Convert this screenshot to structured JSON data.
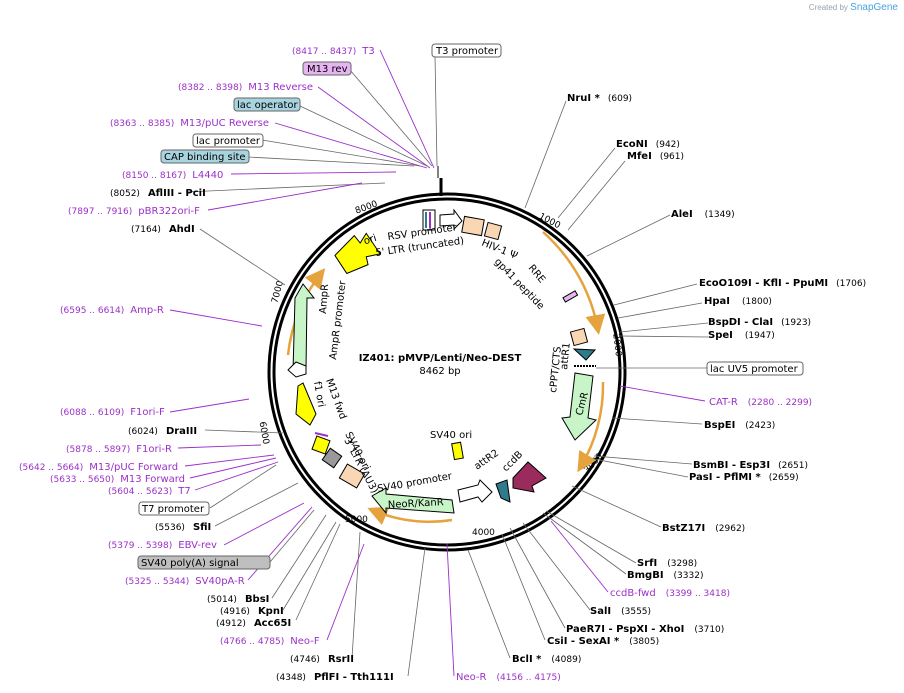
{
  "credit": {
    "prefix": "Created by",
    "brand": "SnapGene"
  },
  "plasmid": {
    "name": "IZ401: pMVP/Lenti/Neo-DEST",
    "size": "8462 bp"
  },
  "ticks": [
    "1000",
    "2000",
    "3000",
    "4000",
    "5000",
    "6000",
    "7000",
    "8000"
  ],
  "enzymes": [
    {
      "name": "NruI *",
      "pos": "(609)"
    },
    {
      "name": "EcoNI",
      "pos": "(942)"
    },
    {
      "name": "MfeI",
      "pos": "(961)"
    },
    {
      "name": "AleI",
      "pos": "(1349)"
    },
    {
      "name": "EcoO109I",
      "sep1": " - ",
      "name2": "KflI",
      "sep2": " - ",
      "name3": "PpuMI",
      "pos": "(1706)"
    },
    {
      "name": "HpaI",
      "pos": "(1800)"
    },
    {
      "name": "BspDI",
      "sep1": " - ",
      "name2": "ClaI",
      "pos": "(1923)"
    },
    {
      "name": "SpeI",
      "pos": "(1947)"
    },
    {
      "name": "BspEI",
      "pos": "(2423)"
    },
    {
      "name": "BsmBI",
      "sep1": " - ",
      "name2": "Esp3I",
      "pos": "(2651)"
    },
    {
      "name": "PasI",
      "sep1": " - ",
      "name2": "PflMI *",
      "pos": "(2659)"
    },
    {
      "name": "BstZ17I",
      "pos": "(2962)"
    },
    {
      "name": "SrfI",
      "pos": "(3298)"
    },
    {
      "name": "BmgBI",
      "pos": "(3332)"
    },
    {
      "name": "SalI",
      "pos": "(3555)"
    },
    {
      "name": "PaeR7I",
      "sep1": " - ",
      "name2": "PspXI",
      "sep2": " - ",
      "name3": "XhoI",
      "pos": "(3710)"
    },
    {
      "name": "CsiI",
      "sep1": " - ",
      "name2": "SexAI *",
      "pos": "(3805)"
    },
    {
      "name": "BclI *",
      "pos": "(4089)"
    },
    {
      "name": "PflFI",
      "sep1": " - ",
      "name2": "Tth111I",
      "pos": "(4348)"
    },
    {
      "name": "RsrII",
      "pos": "(4746)"
    },
    {
      "name": "Acc65I",
      "pos": "(4912)"
    },
    {
      "name": "KpnI",
      "pos": "(4916)"
    },
    {
      "name": "BbsI",
      "pos": "(5014)"
    },
    {
      "name": "SfiI",
      "pos": "(5536)"
    },
    {
      "name": "DraIII",
      "pos": "(6024)"
    },
    {
      "name": "AhdI",
      "pos": "(7164)"
    },
    {
      "name": "AflIII",
      "sep1": " - ",
      "name2": "PciI",
      "pos": "(8052)"
    }
  ],
  "primers": [
    {
      "name": "T3",
      "pos": "(8417 .. 8437)"
    },
    {
      "name": "M13 Reverse",
      "pos": "(8382 .. 8398)"
    },
    {
      "name": "M13/pUC Reverse",
      "pos": "(8363 .. 8385)"
    },
    {
      "name": "L4440",
      "pos": "(8150 .. 8167)"
    },
    {
      "name": "pBR322ori-F",
      "pos": "(7897 .. 7916)"
    },
    {
      "name": "Amp-R",
      "pos": "(6595 .. 6614)"
    },
    {
      "name": "F1ori-F",
      "pos": "(6088 .. 6109)"
    },
    {
      "name": "F1ori-R",
      "pos": "(5878 .. 5897)"
    },
    {
      "name": "M13/pUC Forward",
      "pos": "(5642 .. 5664)"
    },
    {
      "name": "M13 Forward",
      "pos": "(5633 .. 5650)"
    },
    {
      "name": "T7",
      "pos": "(5604 .. 5623)"
    },
    {
      "name": "EBV-rev",
      "pos": "(5379 .. 5398)"
    },
    {
      "name": "SV40pA-R",
      "pos": "(5325 .. 5344)"
    },
    {
      "name": "Neo-F",
      "pos": "(4766 .. 4785)"
    },
    {
      "name": "Neo-R",
      "pos": "(4156 .. 4175)"
    },
    {
      "name": "ccdB-fwd",
      "pos": "(3399 .. 3418)"
    },
    {
      "name": "CAT-R",
      "pos": "(2280 .. 2299)"
    }
  ],
  "boxed": {
    "t3_promoter": "T3 promoter",
    "m13_rev": "M13 rev",
    "lac_operator": "lac operator",
    "lac_promoter": "lac promoter",
    "cap_site": "CAP binding site",
    "lacuv5": "lac UV5 promoter",
    "t7_promoter": "T7 promoter",
    "sv40_polya": "SV40 poly(A) signal"
  },
  "features": {
    "rsv": "RSV promoter",
    "ltr5": "5' LTR (truncated)",
    "hiv": "HIV-1 Ψ",
    "rre": "RRE",
    "gp41": "gp41 peptide",
    "cppt": "cPPT/CTS",
    "attr1": "attR1",
    "cmr": "CmR",
    "ccdb": "ccdB",
    "attr2": "attR2",
    "sv40prom": "SV40 promoter",
    "neokan": "NeoR/KanR",
    "sv40ori_in": "SV40 ori",
    "sv40ori": "SV40 ori",
    "ltr3": "3' LTR (ΔU3)",
    "f1ori": "f1 ori",
    "m13fwd": "M13 fwd",
    "ampr_prom": "AmpR promoter",
    "ampr": "AmpR",
    "ori": "ori"
  },
  "colors": {
    "primer": "#9b30c8",
    "ori": "#ffff00",
    "ampr": "#c8f5c8",
    "lentiviral": "#fad7b4",
    "cmr": "#c8f5c8",
    "ccdb": "#9b2b5c",
    "attr": "#2e7b8c",
    "feature_arc": "#e6a23c",
    "lac_box": "#a8d4e0",
    "m13_box": "#e6b4f0",
    "polya_box": "#bfbfbf"
  }
}
